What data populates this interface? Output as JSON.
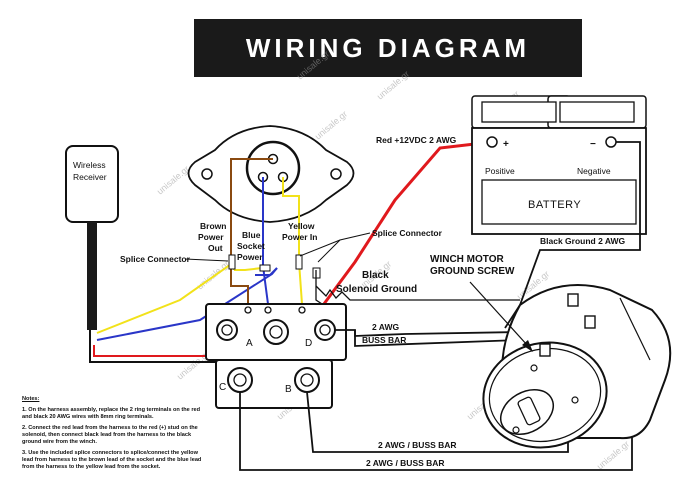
{
  "title": "WIRING DIAGRAM",
  "labels": {
    "wireless_receiver": [
      "Wireless",
      "Receiver"
    ],
    "red_power": "Red +12VDC 2 AWG",
    "battery_positive_symbol": "+",
    "battery_negative_symbol": "−",
    "battery_positive": "Positive",
    "battery_negative": "Negative",
    "battery": "BATTERY",
    "black_ground": "Black Ground 2 AWG",
    "winch_motor_ground_screw": [
      "WINCH MOTOR",
      "GROUND SCREW"
    ],
    "brown_power_out": [
      "Brown",
      "Power",
      "Out"
    ],
    "blue_socket_power": [
      "Blue",
      "Socket",
      "Power"
    ],
    "yellow_power_in": [
      "Yellow",
      "Power In"
    ],
    "splice_connector_right": "Splice Connector",
    "splice_connector_left": "Splice Connector",
    "black_solenoid_ground": [
      "Black",
      "Solenoid Ground"
    ],
    "buss_bar_top": [
      "2 AWG",
      "BUSS BAR"
    ],
    "buss_bar_middle": "2 AWG / BUSS BAR",
    "buss_bar_bottom": "2 AWG / BUSS BAR",
    "terminal_a": "A",
    "terminal_b": "B",
    "terminal_c": "C",
    "terminal_d": "D"
  },
  "watermark": "unisale.gr",
  "notes": {
    "title": "Notes:",
    "items": [
      "1. On the harness assembly, replace the 2 ring terminals on the red and black 20 AWG wires with 8mm ring terminals.",
      "2. Connect the red lead from the harness to the red (+) stud on the solenoid, then connect black lead from the harness to the black ground wire from the winch.",
      "3. Use the included splice connectors to splice/connect the yellow lead from harness to the brown lead of the socket and the blue lead from the harness to the yellow lead from the socket."
    ]
  },
  "colors": {
    "red_wire": "#e0191d",
    "blue_wire": "#2a36c8",
    "yellow_wire": "#f2e21a",
    "brown_wire": "#8a4a10",
    "black_wire": "#111111",
    "title_bar": "#1a1a1a"
  }
}
